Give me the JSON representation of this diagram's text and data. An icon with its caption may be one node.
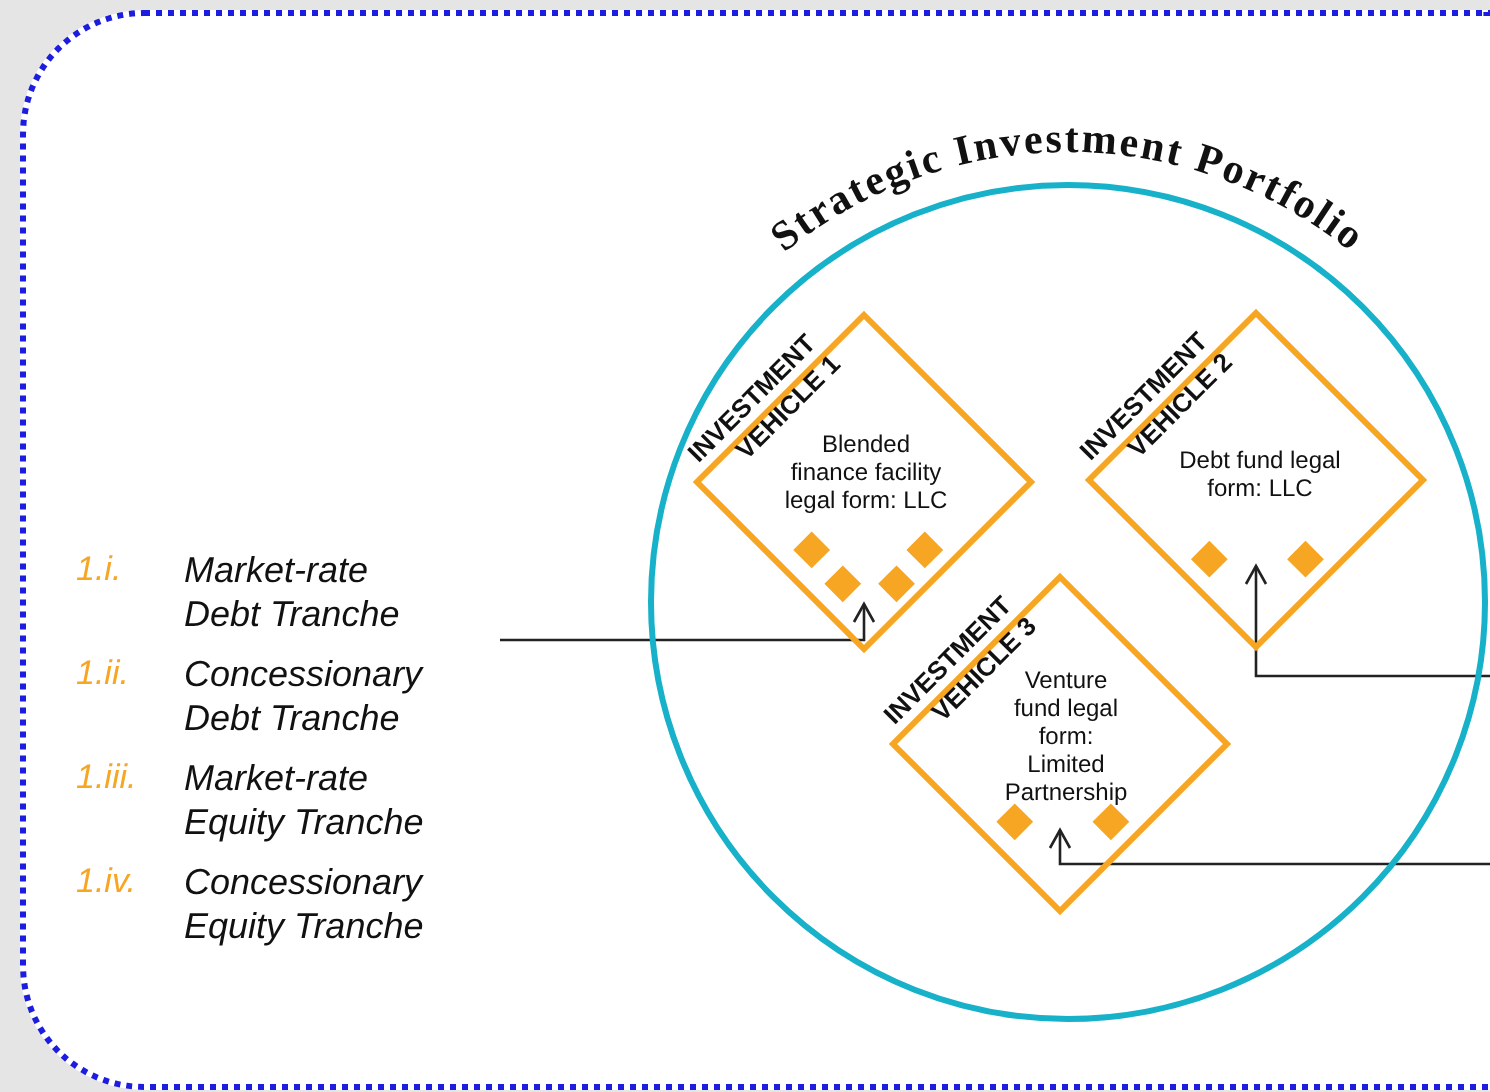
{
  "diagram": {
    "nodes": [
      {
        "text": [
          "Strategic Investment Portfolio"
        ]
      },
      {
        "text": [
          "INVESTMENT VEHICLE 1",
          "Blended finance facility legal form: LLC"
        ],
        "in": 0
      },
      {
        "text": [
          "INVESTMENT VEHICLE 2",
          "Debt fund legal form: LLC"
        ],
        "in": 0
      },
      {
        "text": [
          "INVESTMENT VEHICLE 3",
          "Venture fund legal form: Limited Partnership"
        ],
        "in": 0
      }
    ],
    "edges": [
      {
        "from": null,
        "to": 1,
        "arrow": "to"
      },
      {
        "from": null,
        "to": 2,
        "arrow": "to"
      },
      {
        "from": null,
        "to": 3,
        "arrow": "to"
      }
    ],
    "labels": [
      "1.i.",
      "Market-rate Debt Tranche",
      "1.ii.",
      "Concessionary Debt Tranche",
      "1.iii.",
      "Market-rate Equity Tranche",
      "1.iv.",
      "Concessionary Equity Tranche"
    ]
  }
}
